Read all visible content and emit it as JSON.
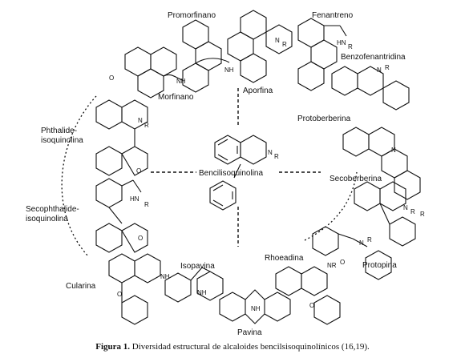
{
  "labels": {
    "promorfinano": "Promorfinano",
    "fenantreno": "Fenantreno",
    "benzofenantridina": "Benzofenantridina",
    "aporfina": "Aporfina",
    "morfinano": "Morfinano",
    "protoberberina": "Protoberberina",
    "phthalide": "Phthalide-\nisoquinolina",
    "center": "Bencilisoquinolina",
    "secoberberina": "Secoberberina",
    "secophthalide": "Secophthalide-\nisoquinolina",
    "rhoeadina": "Rhoeadina",
    "protopina": "Protopina",
    "isopavina": "Isopavina",
    "cularina": "Cularina",
    "pavina": "Pavina"
  },
  "caption": {
    "prefix": "Figura 1.",
    "text": " Diversidad estructural de alcaloides bencilsisoquinolínicos (16,19)."
  }
}
